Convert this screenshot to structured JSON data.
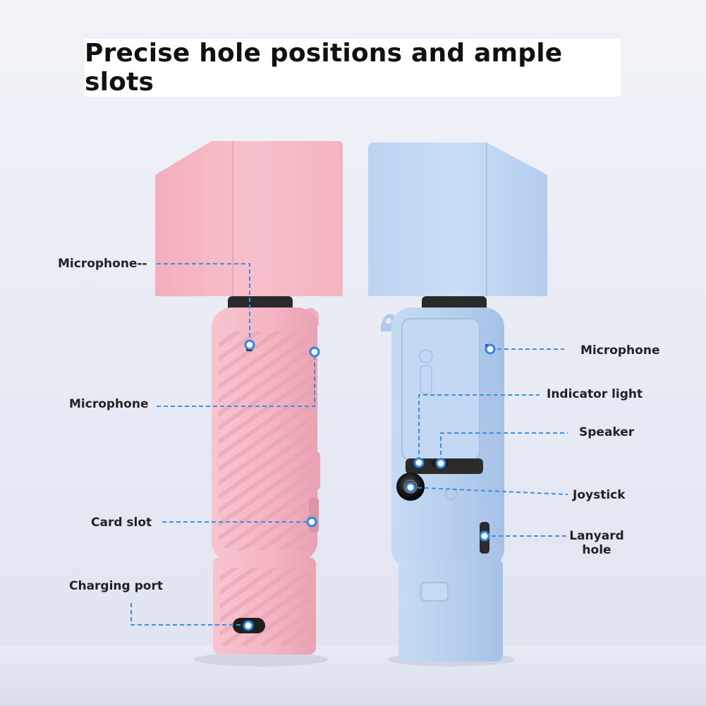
{
  "title": "Precise hole positions and ample slots",
  "colors": {
    "pink_case": "#f4b7c3",
    "blue_case": "#b9d1ee",
    "callout_line": "#3a8fe6",
    "callout_dot": "#2f86e4"
  },
  "left_labels": {
    "microphone_top": "Microphone--",
    "microphone_side": "Microphone",
    "card_slot": "Card slot",
    "charging_port": "Charging port"
  },
  "right_labels": {
    "microphone": "Microphone",
    "indicator_light": "Indicator light",
    "speaker": "Speaker",
    "joystick": "Joystick",
    "lanyard_line1": "Lanyard",
    "lanyard_line2": "hole"
  }
}
